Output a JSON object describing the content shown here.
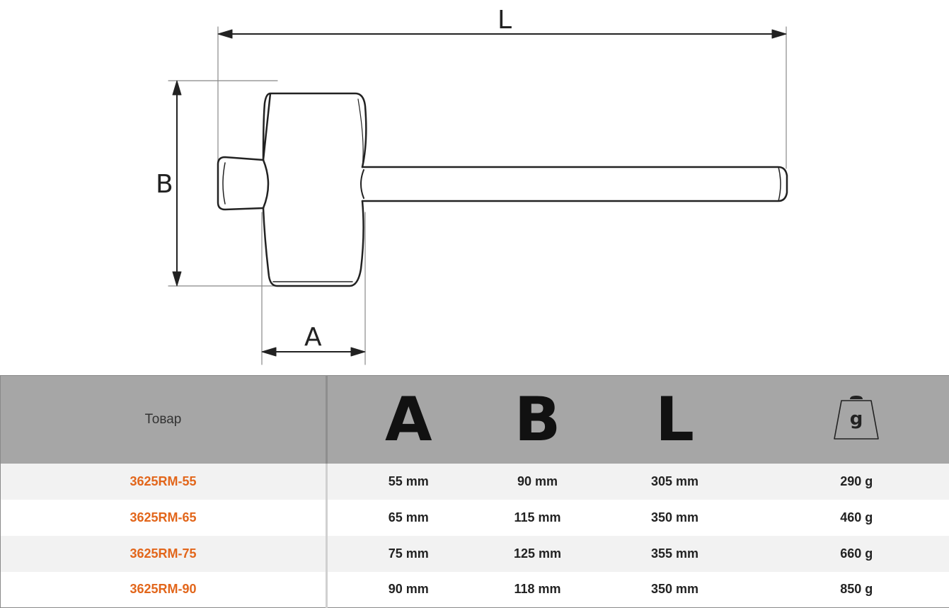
{
  "drawing": {
    "label_L": "L",
    "label_B": "B",
    "label_A": "A"
  },
  "table": {
    "header": {
      "product": "Товар",
      "col_a": "A",
      "col_b": "B",
      "col_l": "L",
      "weight_icon": "weight-icon",
      "weight_icon_label": "g"
    },
    "rows": [
      {
        "product": "3625RM-55",
        "a": "55 mm",
        "b": "90 mm",
        "l": "305 mm",
        "weight": "290 g"
      },
      {
        "product": "3625RM-65",
        "a": "65 mm",
        "b": "115 mm",
        "l": "350 mm",
        "weight": "460 g"
      },
      {
        "product": "3625RM-75",
        "a": "75 mm",
        "b": "125 mm",
        "l": "355 mm",
        "weight": "660 g"
      },
      {
        "product": "3625RM-90",
        "a": "90 mm",
        "b": "118 mm",
        "l": "350 mm",
        "weight": "850 g"
      }
    ]
  },
  "colors": {
    "accent": "#e2661b",
    "header_bg": "#a6a6a6",
    "row_alt": "#f2f2f2"
  }
}
